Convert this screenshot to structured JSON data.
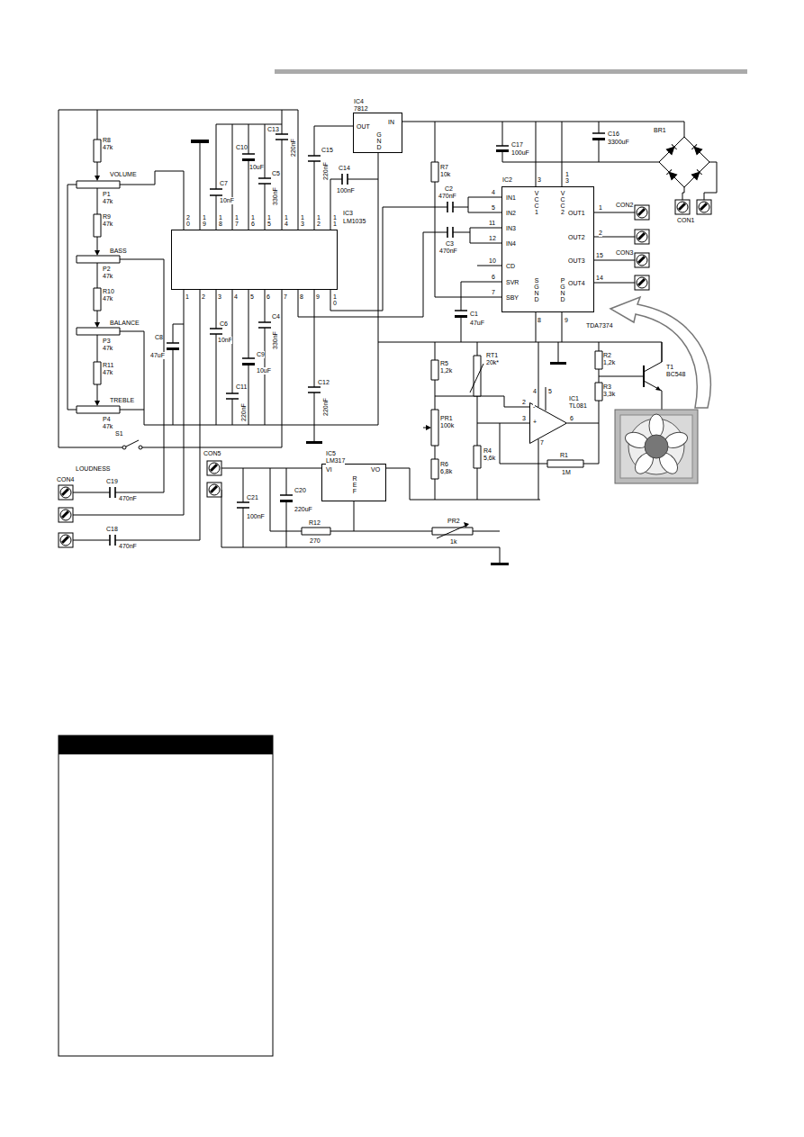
{
  "diagram": {
    "nodes": [
      {
        "text": [
          "IC4",
          "7812",
          "OUT",
          "IN",
          "GND"
        ]
      },
      {
        "text": [
          "IC3",
          "LM1035"
        ]
      },
      {
        "text": [
          "IC2",
          "TDA7374",
          "IN1",
          "IN2",
          "IN3",
          "IN4",
          "CD",
          "SVR",
          "SBY",
          "VCC1",
          "VCC2",
          "SGND",
          "PGND",
          "OUT1",
          "OUT2",
          "OUT3",
          "OUT4"
        ]
      },
      {
        "text": [
          "IC1",
          "TL081",
          "-",
          "+"
        ]
      },
      {
        "text": [
          "IC5",
          "LM317",
          "VI",
          "VO",
          "REF"
        ]
      }
    ],
    "edges": [
      {
        "from": 0,
        "to": 2,
        "arrow": "none"
      }
    ],
    "labels": [
      "R8",
      "47k",
      "VOLUME",
      "P1",
      "47k",
      "R9",
      "47k",
      "BASS",
      "P2",
      "47k",
      "R10",
      "47k",
      "BALANCE",
      "P3",
      "47k",
      "R11",
      "47k",
      "TREBLE",
      "P4",
      "47k",
      "S1",
      "LOUDNESS",
      "CON4",
      "C19",
      "470nF",
      "C18",
      "470nF",
      "C7",
      "10nF",
      "C10",
      "10uF",
      "C13",
      "220nF",
      "C5",
      "330nF",
      "C15",
      "220nF",
      "C14",
      "100nF",
      "C8",
      "47uF",
      "C6",
      "10nF",
      "C4",
      "330nF",
      "C9",
      "10uF",
      "C11",
      "220nF",
      "C12",
      "220nF",
      "20",
      "19",
      "18",
      "17",
      "16",
      "15",
      "14",
      "13",
      "12",
      "11",
      "1",
      "2",
      "3",
      "4",
      "5",
      "6",
      "7",
      "8",
      "9",
      "10",
      "R7",
      "10k",
      "C17",
      "100uF",
      "C16",
      "3300uF",
      "BR1",
      "CON1",
      "C2",
      "470nF",
      "C3",
      "470nF",
      "4",
      "5",
      "11",
      "12",
      "10",
      "6",
      "7",
      "3",
      "13",
      "1",
      "2",
      "15",
      "14",
      "8",
      "9",
      "CON2",
      "CON3",
      "C1",
      "47uF",
      "R5",
      "1,2k",
      "RT1",
      "20k*",
      "PR1",
      "100k",
      "R6",
      "6,8k",
      "R4",
      "5,6k",
      "2",
      "3",
      "6",
      "4",
      "5",
      "7",
      "R1",
      "1M",
      "R2",
      "1,2k",
      "R3",
      "3,3k",
      "T1",
      "BC548",
      "CON5",
      "C21",
      "100nF",
      "C20",
      "220uF",
      "R12",
      "270",
      "PR2",
      "1k"
    ]
  }
}
